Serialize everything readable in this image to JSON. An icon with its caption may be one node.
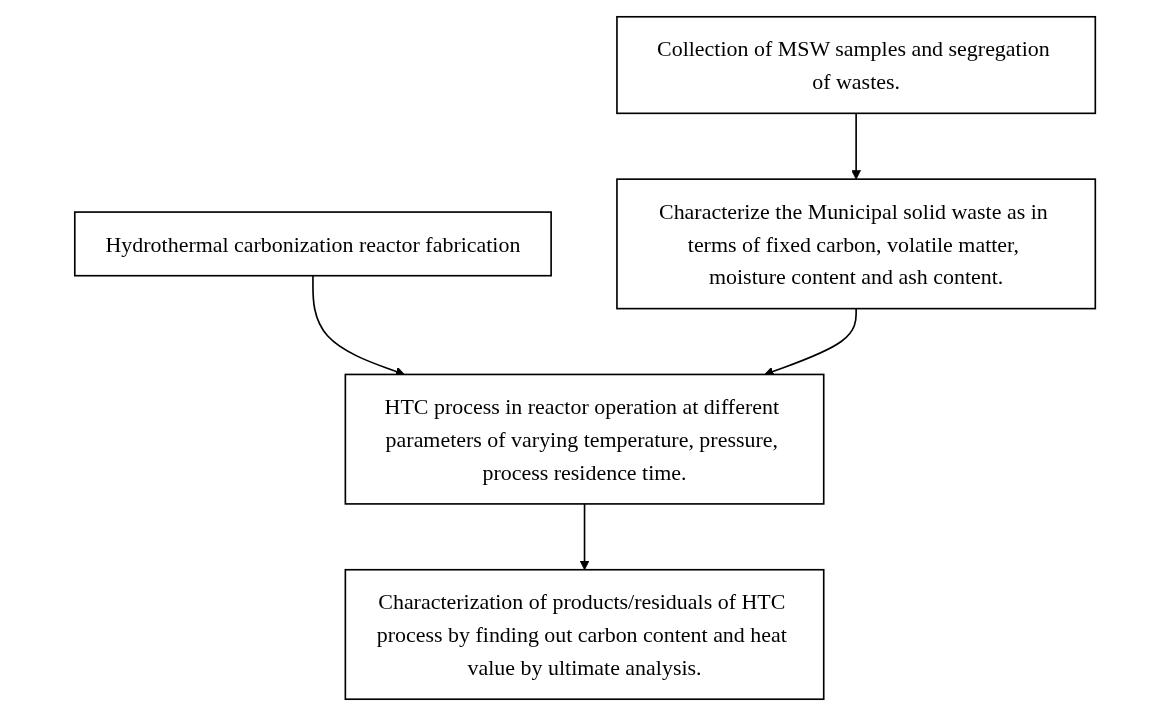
{
  "diagram": {
    "nodes": [
      {
        "text": [
          "Collection of MSW samples and segregation of wastes."
        ]
      },
      {
        "text": [
          "Hydrothermal carbonization reactor fabrication"
        ]
      },
      {
        "text": [
          "Characterize the Municipal solid waste as in terms of fixed carbon, volatile matter, moisture content and ash content."
        ]
      },
      {
        "text": [
          "HTC process in reactor operation at different parameters of varying temperature, pressure, process residence time."
        ]
      },
      {
        "text": [
          "Characterization of products/residuals of HTC process by finding out carbon content and heat value by ultimate analysis."
        ]
      }
    ],
    "edges": [
      {
        "from": 0,
        "to": 2,
        "arrow": "to"
      },
      {
        "from": 1,
        "to": 3,
        "arrow": "to"
      },
      {
        "from": 2,
        "to": 3,
        "arrow": "to"
      },
      {
        "from": 3,
        "to": 4,
        "arrow": "to"
      }
    ]
  }
}
